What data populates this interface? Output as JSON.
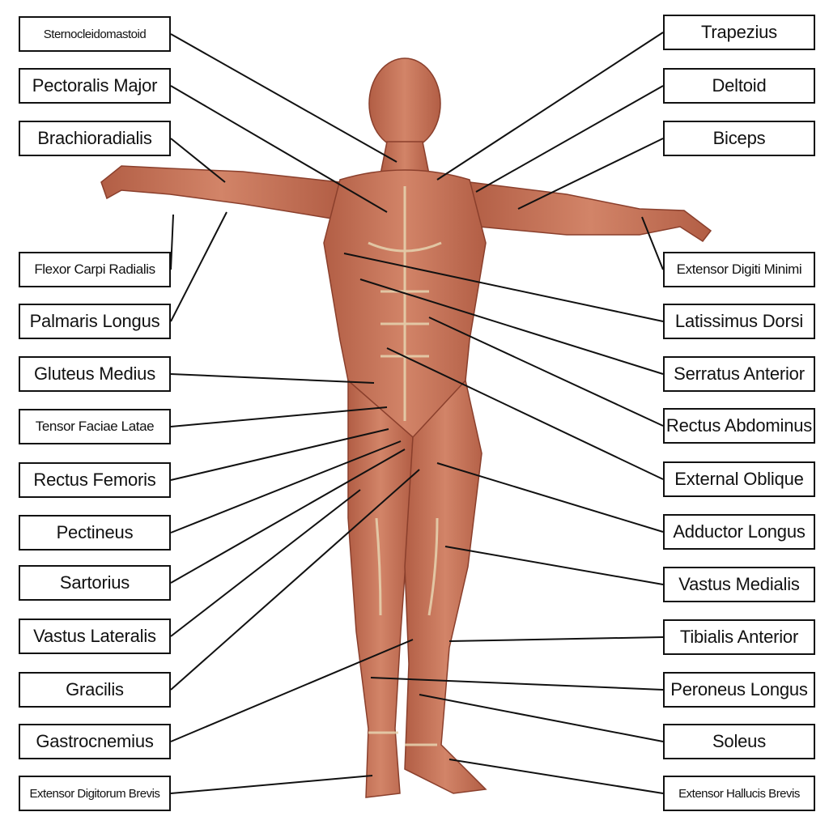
{
  "diagram": {
    "left_labels": [
      "Sternocleidomastoid",
      "Pectoralis Major",
      "Brachioradialis",
      "Flexor Carpi Radialis",
      "Palmaris Longus",
      "Gluteus Medius",
      "Tensor Faciae Latae",
      "Rectus Femoris",
      "Pectineus",
      "Sartorius",
      "Vastus Lateralis",
      "Gracilis",
      "Gastrocnemius",
      "Extensor Digitorum Brevis"
    ],
    "right_labels": [
      "Trapezius",
      "Deltoid",
      "Biceps",
      "Extensor Digiti Minimi",
      "Latissimus Dorsi",
      "Serratus Anterior",
      "Rectus Abdominus",
      "External Oblique",
      "Adductor Longus",
      "Vastus Medialis",
      "Tibialis Anterior",
      "Peroneus Longus",
      "Soleus",
      "Extensor Hallucis Brevis"
    ]
  },
  "colors": {
    "background": "#ffffff",
    "muscle": "#c8735a",
    "muscle_dark": "#9a4a36",
    "tendon": "#e6d4b0",
    "leader_line": "#111111"
  }
}
